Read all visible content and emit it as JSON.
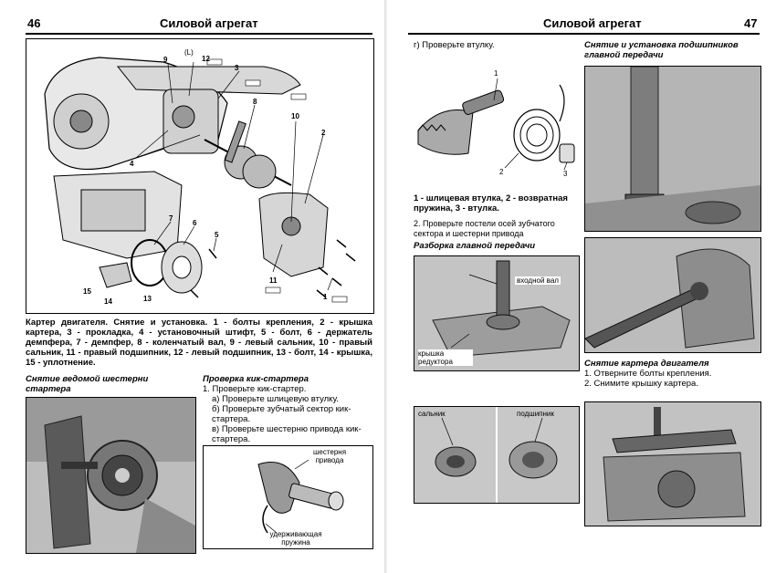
{
  "left_page": {
    "page_number": "46",
    "title": "Силовой агрегат",
    "figure_caption": "Картер двигателя. Снятие и установка. 1 - болты крепления, 2 - крышка картера, 3 - прокладка, 4 - установочный штифт, 5 - болт, 6 - держатель демпфера, 7 - демпфер, 8 - коленчатый вал, 9 - левый сальник, 10 - правый сальник, 11 - правый подшипник, 12 - левый подшипник, 13 - болт, 14 - крышка, 15 - уплотнение.",
    "figure_labels": [
      "9",
      "12",
      "3",
      "8",
      "10",
      "2",
      "4",
      "7",
      "6",
      "5",
      "11",
      "15",
      "14",
      "13",
      "1",
      "(L)"
    ],
    "section_left_heading": "Снятие ведомой шестерни стартера",
    "section_right_heading": "Проверка кик-стартера",
    "section_right_lines": [
      "1. Проверьте кик-стартер.",
      "а) Проверьте шлицевую втулку.",
      "б) Проверьте зубчатый сектор кик-стартера.",
      "в) Проверьте шестерню привода кик-стартера."
    ],
    "kick_labels": {
      "gear": "шестерня привода",
      "spring": "удерживающая пружина"
    }
  },
  "right_page": {
    "page_number": "47",
    "title": "Силовой агрегат",
    "check_bushing": "г) Проверьте втулку.",
    "bushing_caption": "1 - шлицевая втулка, 2 - возвратная пружина, 3 - втулка.",
    "bushing_labels": [
      "1",
      "2",
      "3"
    ],
    "check_beds": "2. Проверьте постели осей зубчатого сектора и шестерни привода",
    "final_drive_heading": "Разборка главной передачи",
    "final_drive_labels": {
      "input_shaft": "входной вал",
      "cover": "крышка редуктора"
    },
    "seal_label": "сальник",
    "bearing_label": "подшипник",
    "bearings_heading": "Снятие и установка подшипников главной передачи",
    "case_heading": "Снятие картера двигателя",
    "case_steps": [
      "1. Отверните болты крепления.",
      "2. Снимите крышку картера."
    ]
  }
}
